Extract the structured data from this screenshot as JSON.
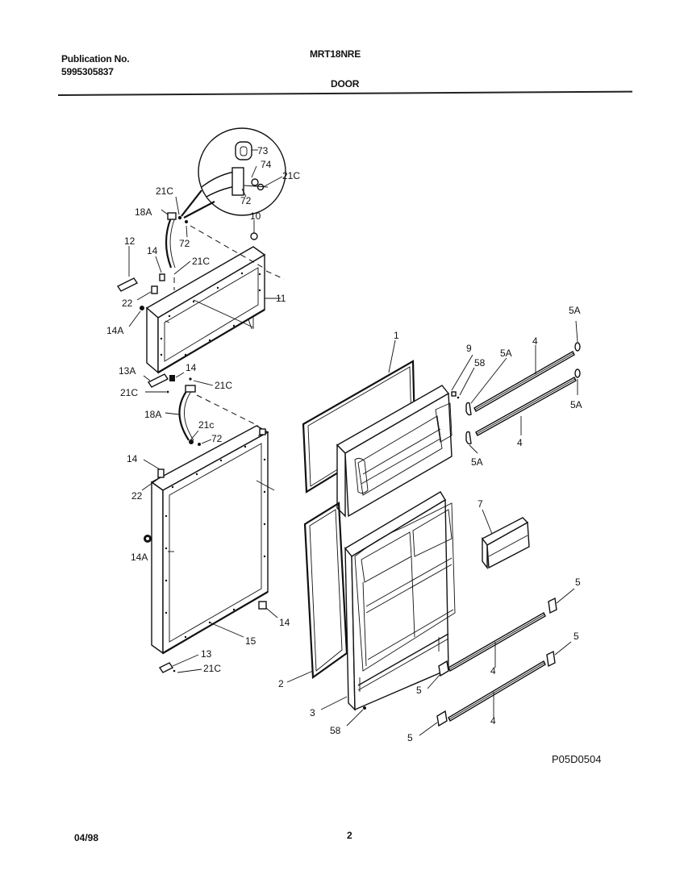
{
  "header": {
    "publication_label": "Publication No.",
    "publication_number": "5995305837",
    "model": "MRT18NRE",
    "section": "DOOR"
  },
  "footer": {
    "date": "04/98",
    "page": "2",
    "drawing_id": "P05D0504"
  },
  "callouts": {
    "c73": "73",
    "c74": "74",
    "c21c_detail": "21C",
    "c72_detail": "72",
    "c21c_a": "21C",
    "c18a_a": "18A",
    "c72_a": "72",
    "c10": "10",
    "c12": "12",
    "c14_a": "14",
    "c21c_b": "21C",
    "c22_a": "22",
    "c11": "11",
    "c14a_a": "14A",
    "c13a": "13A",
    "c14_b": "14",
    "c21c_c": "21C",
    "c21c_d": "21C",
    "c18a_b": "18A",
    "c21c_e": "21c",
    "c72_b": "72",
    "c14_c": "14",
    "c22_b": "22",
    "c14a_b": "14A",
    "c14_d": "14",
    "c15": "15",
    "c13": "13",
    "c21c_f": "21C",
    "c1": "1",
    "c9": "9",
    "c58_a": "58",
    "c5a_a": "5A",
    "c4_a": "4",
    "c5a_b": "5A",
    "c5a_c": "5A",
    "c4_b": "4",
    "c5a_d": "5A",
    "c7": "7",
    "c5_a": "5",
    "c5_b": "5",
    "c4_c": "4",
    "c5_c": "5",
    "c4_d": "4",
    "c5_d": "5",
    "c2": "2",
    "c3": "3",
    "c58_b": "58"
  }
}
